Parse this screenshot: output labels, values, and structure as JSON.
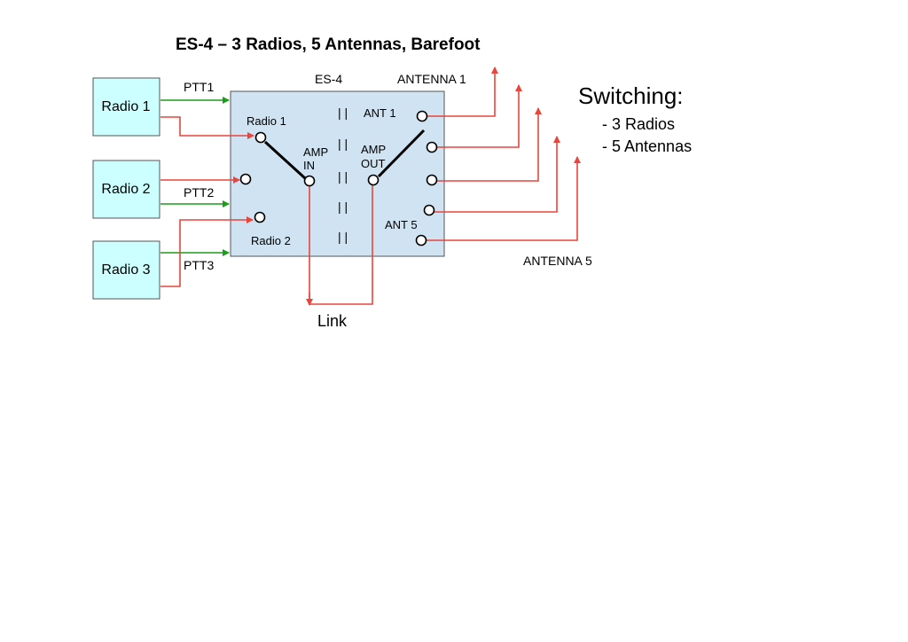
{
  "title": "ES-4 – 3 Radios, 5 Antennas, Barefoot",
  "switch": {
    "label": "ES-4",
    "radio1_label": "Radio 1",
    "radio2_label": "Radio 2",
    "amp_in_line1": "AMP",
    "amp_in_line2": "IN",
    "amp_out_line1": "AMP",
    "amp_out_line2": "OUT",
    "ant1_label": "ANT 1",
    "ant5_label": "ANT 5",
    "divider_marks": [
      "| |",
      "| |",
      "| |",
      "| |",
      "| |"
    ]
  },
  "radios": [
    {
      "label": "Radio 1"
    },
    {
      "label": "Radio 2"
    },
    {
      "label": "Radio 3"
    }
  ],
  "ptt": [
    "PTT1",
    "PTT2",
    "PTT3"
  ],
  "antenna_labels": {
    "top": "ANTENNA 1",
    "bottom": "ANTENNA 5"
  },
  "link_label": "Link",
  "notes": {
    "heading": "Switching:",
    "items": [
      "- 3 Radios",
      "- 5 Antennas"
    ]
  },
  "colors": {
    "radio_fill": "#ccffff",
    "switch_fill": "#cfe3f3",
    "rf_line": "#e8453c",
    "ptt_line": "#1a9e1a"
  }
}
